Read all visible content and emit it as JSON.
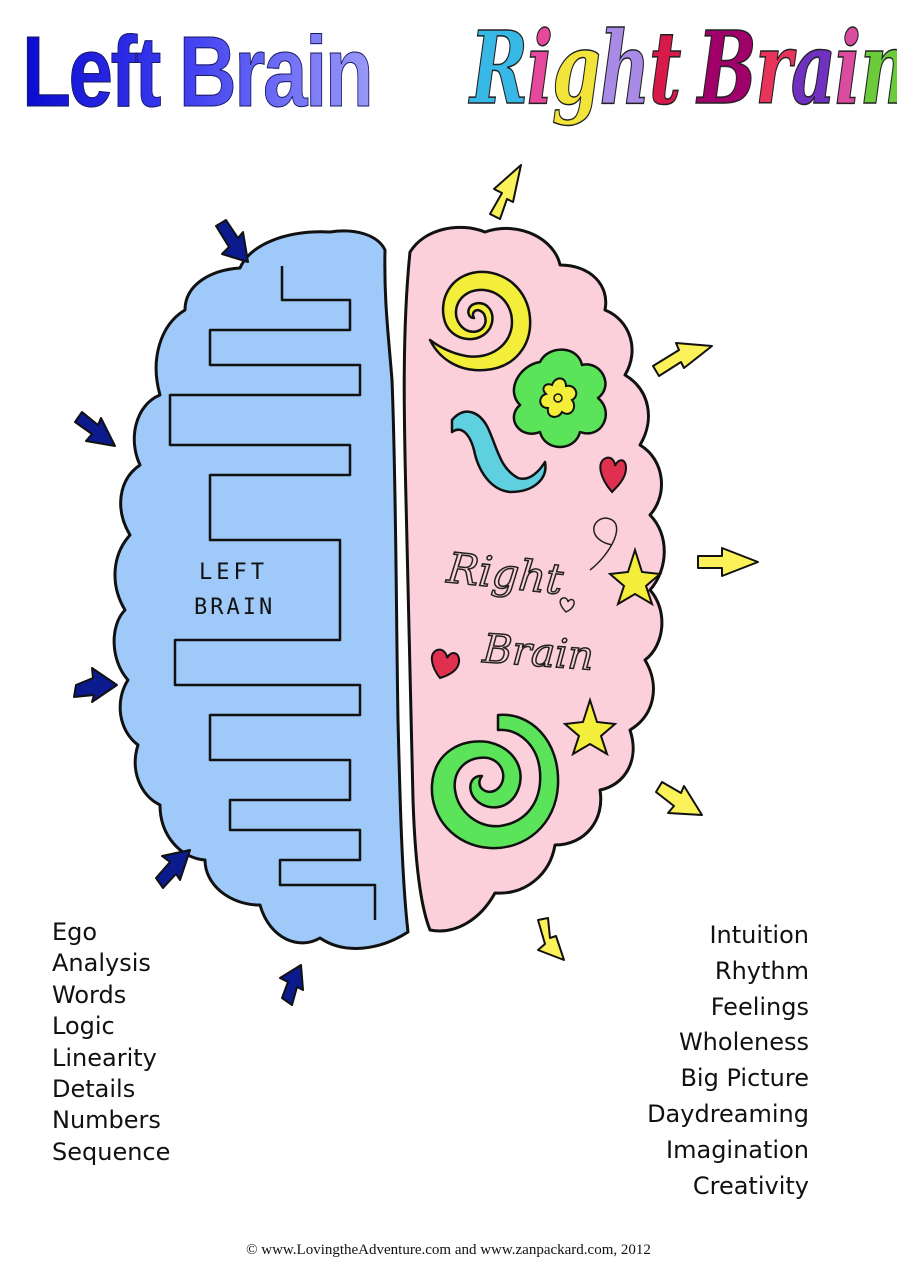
{
  "titles": {
    "left": "Left Brain",
    "right": "Right Brain"
  },
  "colors": {
    "left_hemisphere": "#9ec9f8",
    "right_hemisphere": "#fbd0da",
    "left_arrows": "#0b1a8c",
    "right_arrows": "#fbf25a",
    "right_title_letters": [
      "#37b8e6",
      "#e6489b",
      "#f2e43a",
      "#a78be6",
      "#d81a4a",
      "#a0006a",
      "#e8335a",
      "#7030c0",
      "#d94ca0",
      "#6bcb3a"
    ]
  },
  "diagram": {
    "left_label_line1": "LEFT",
    "left_label_line2": "BRAIN",
    "right_label_line1": "Right",
    "right_label_line2": "Brain"
  },
  "left_traits": [
    "Ego",
    "Analysis",
    "Words",
    "Logic",
    "Linearity",
    "Details",
    "Numbers",
    "Sequence"
  ],
  "right_traits": [
    "Intuition",
    "Rhythm",
    "Feelings",
    "Wholeness",
    "Big Picture",
    "Daydreaming",
    "Imagination",
    "Creativity"
  ],
  "footer": "© www.LovingtheAdventure.com and www.zanpackard.com, 2012"
}
